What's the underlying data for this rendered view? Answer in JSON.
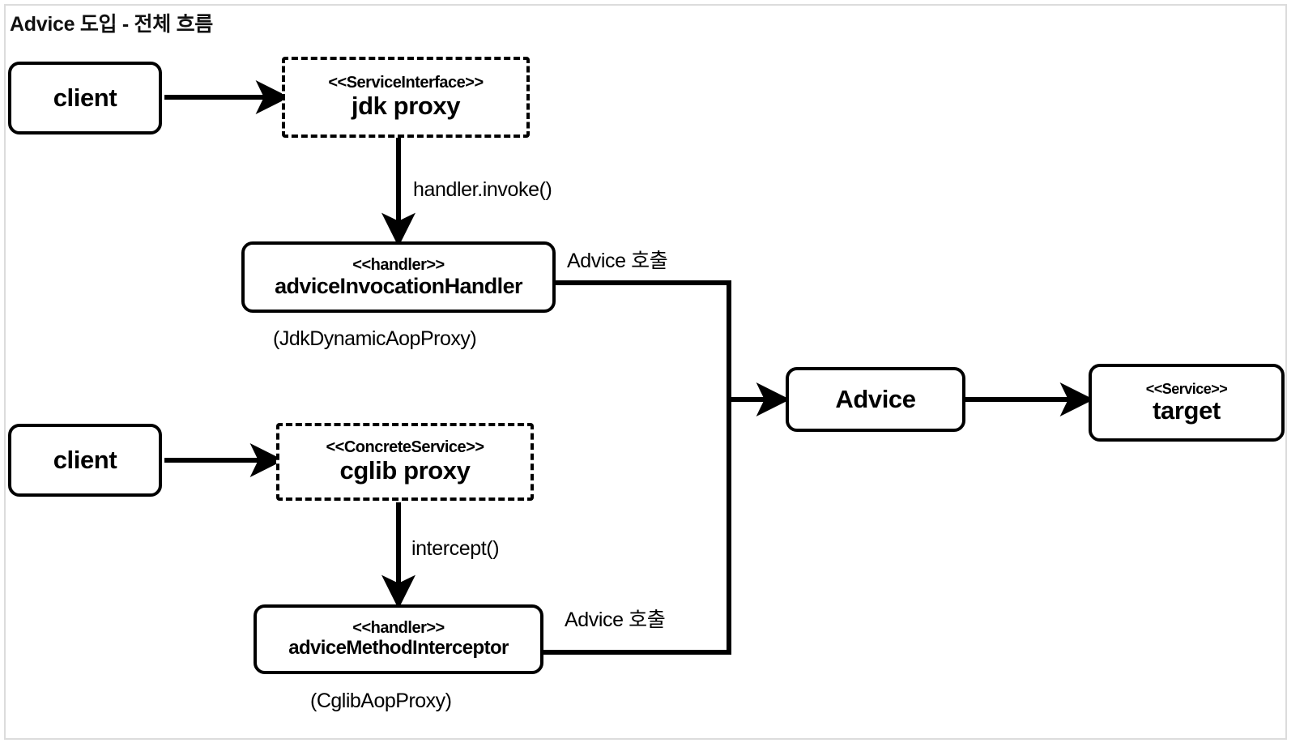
{
  "diagram": {
    "title": "Advice 도입 - 전체 흐름",
    "nodes": {
      "client_top": {
        "name": "client"
      },
      "jdk_proxy": {
        "stereotype": "<<ServiceInterface>>",
        "name": "jdk proxy"
      },
      "jdk_handler": {
        "stereotype": "<<handler>>",
        "name": "adviceInvocationHandler",
        "caption": "(JdkDynamicAopProxy)"
      },
      "client_bottom": {
        "name": "client"
      },
      "cglib_proxy": {
        "stereotype": "<<ConcreteService>>",
        "name": "cglib proxy"
      },
      "cglib_handler": {
        "stereotype": "<<handler>>",
        "name": "adviceMethodInterceptor",
        "caption": "(CglibAopProxy)"
      },
      "advice": {
        "name": "Advice"
      },
      "target": {
        "stereotype": "<<Service>>",
        "name": "target"
      }
    },
    "edges": {
      "client_to_jdk": {
        "label": ""
      },
      "jdk_to_handler": {
        "label": "handler.invoke()"
      },
      "jdk_handler_to_advice": {
        "label": "Advice 호출"
      },
      "client_to_cglib": {
        "label": ""
      },
      "cglib_to_handler": {
        "label": "intercept()"
      },
      "cglib_handler_to_advice": {
        "label": "Advice 호출"
      },
      "advice_to_target": {
        "label": ""
      }
    },
    "colors": {
      "stroke": "#000000",
      "background": "#ffffff",
      "frame": "#dcdcdc",
      "text": "#111111"
    }
  }
}
